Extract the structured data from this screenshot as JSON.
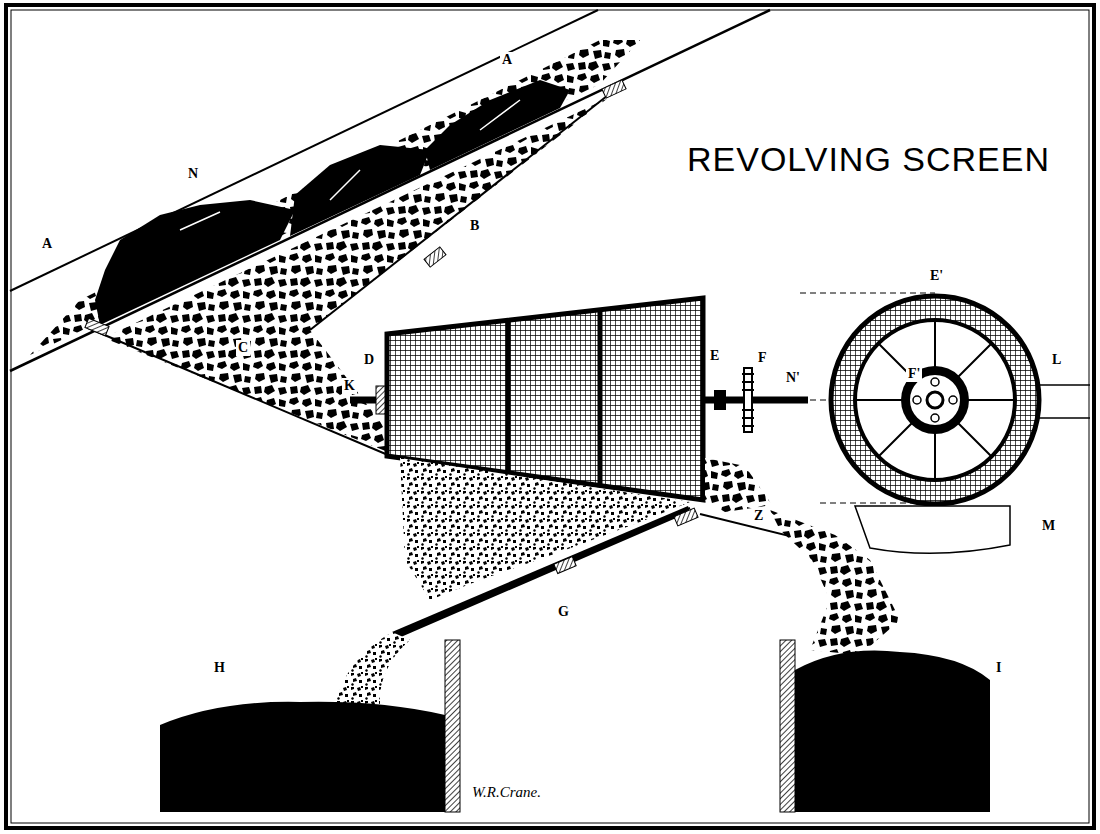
{
  "diagram": {
    "title": "REVOLVING SCREEN",
    "labels": [
      "A",
      "N",
      "A",
      "B",
      "C",
      "D",
      "K",
      "E",
      "F",
      "N'",
      "E'",
      "F'",
      "L",
      "M",
      "G",
      "Z",
      "H",
      "I",
      "W.R.Crane."
    ]
  }
}
